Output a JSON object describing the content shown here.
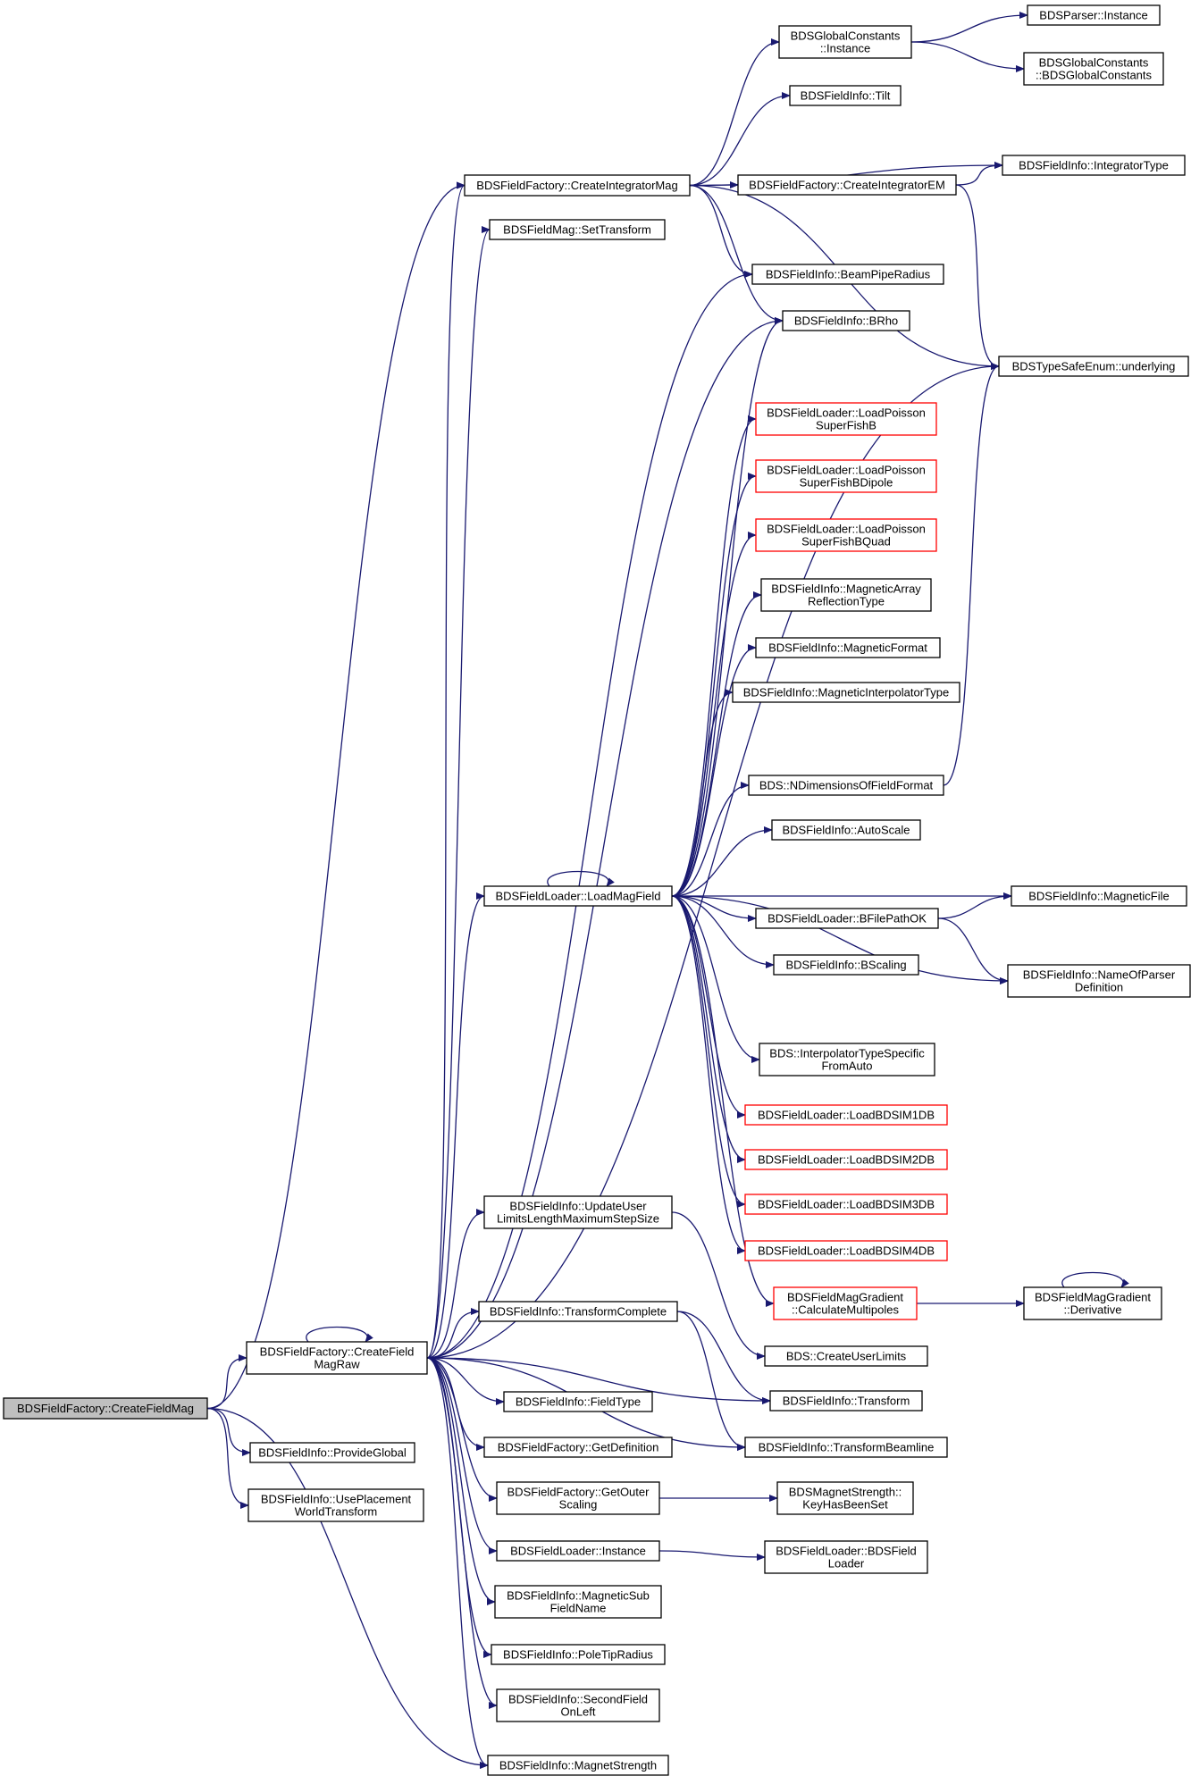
{
  "diagram": {
    "nodes": [
      {
        "id": "n0",
        "lines": [
          "BDSFieldFactory::CreateFieldMag"
        ],
        "style": "root"
      },
      {
        "id": "n1",
        "lines": [
          "BDSFieldFactory::CreateField",
          "MagRaw"
        ],
        "style": "normal"
      },
      {
        "id": "n2",
        "lines": [
          "BDSFieldInfo::ProvideGlobal"
        ],
        "style": "normal"
      },
      {
        "id": "n3",
        "lines": [
          "BDSFieldInfo::UsePlacement",
          "WorldTransform"
        ],
        "style": "normal"
      },
      {
        "id": "n4",
        "lines": [
          "BDSFieldFactory::CreateIntegratorMag"
        ],
        "style": "normal"
      },
      {
        "id": "n5",
        "lines": [
          "BDSFieldMag::SetTransform"
        ],
        "style": "normal"
      },
      {
        "id": "n6",
        "lines": [
          "BDSFieldLoader::LoadMagField"
        ],
        "style": "normal"
      },
      {
        "id": "n7",
        "lines": [
          "BDSFieldInfo::UpdateUser",
          "LimitsLengthMaximumStepSize"
        ],
        "style": "normal"
      },
      {
        "id": "n8",
        "lines": [
          "BDSFieldInfo::TransformComplete"
        ],
        "style": "normal"
      },
      {
        "id": "n9",
        "lines": [
          "BDSFieldInfo::FieldType"
        ],
        "style": "normal"
      },
      {
        "id": "n10",
        "lines": [
          "BDSFieldFactory::GetDefinition"
        ],
        "style": "normal"
      },
      {
        "id": "n11",
        "lines": [
          "BDSFieldFactory::GetOuter",
          "Scaling"
        ],
        "style": "normal"
      },
      {
        "id": "n12",
        "lines": [
          "BDSFieldLoader::Instance"
        ],
        "style": "normal"
      },
      {
        "id": "n13",
        "lines": [
          "BDSFieldInfo::MagneticSub",
          "FieldName"
        ],
        "style": "normal"
      },
      {
        "id": "n14",
        "lines": [
          "BDSFieldInfo::PoleTipRadius"
        ],
        "style": "normal"
      },
      {
        "id": "n15",
        "lines": [
          "BDSFieldInfo::SecondField",
          "OnLeft"
        ],
        "style": "normal"
      },
      {
        "id": "n16",
        "lines": [
          "BDSFieldInfo::MagnetStrength"
        ],
        "style": "normal"
      },
      {
        "id": "n17",
        "lines": [
          "BDSGlobalConstants",
          "::Instance"
        ],
        "style": "normal"
      },
      {
        "id": "n18",
        "lines": [
          "BDSFieldInfo::Tilt"
        ],
        "style": "normal"
      },
      {
        "id": "n19",
        "lines": [
          "BDSFieldFactory::CreateIntegratorEM"
        ],
        "style": "normal"
      },
      {
        "id": "n20",
        "lines": [
          "BDSFieldInfo::BeamPipeRadius"
        ],
        "style": "normal"
      },
      {
        "id": "n21",
        "lines": [
          "BDSFieldInfo::BRho"
        ],
        "style": "normal"
      },
      {
        "id": "n22",
        "lines": [
          "BDSFieldLoader::LoadPoisson",
          "SuperFishB"
        ],
        "style": "red"
      },
      {
        "id": "n23",
        "lines": [
          "BDSFieldLoader::LoadPoisson",
          "SuperFishBDipole"
        ],
        "style": "red"
      },
      {
        "id": "n24",
        "lines": [
          "BDSFieldLoader::LoadPoisson",
          "SuperFishBQuad"
        ],
        "style": "red"
      },
      {
        "id": "n25",
        "lines": [
          "BDSFieldInfo::MagneticArray",
          "ReflectionType"
        ],
        "style": "normal"
      },
      {
        "id": "n26",
        "lines": [
          "BDSFieldInfo::MagneticFormat"
        ],
        "style": "normal"
      },
      {
        "id": "n27",
        "lines": [
          "BDSFieldInfo::MagneticInterpolatorType"
        ],
        "style": "normal"
      },
      {
        "id": "n28",
        "lines": [
          "BDS::NDimensionsOfFieldFormat"
        ],
        "style": "normal"
      },
      {
        "id": "n29",
        "lines": [
          "BDSFieldInfo::AutoScale"
        ],
        "style": "normal"
      },
      {
        "id": "n30",
        "lines": [
          "BDSFieldLoader::BFilePathOK"
        ],
        "style": "normal"
      },
      {
        "id": "n31",
        "lines": [
          "BDSFieldInfo::BScaling"
        ],
        "style": "normal"
      },
      {
        "id": "n32",
        "lines": [
          "BDS::InterpolatorTypeSpecific",
          "FromAuto"
        ],
        "style": "normal"
      },
      {
        "id": "n33",
        "lines": [
          "BDSFieldLoader::LoadBDSIM1DB"
        ],
        "style": "red"
      },
      {
        "id": "n34",
        "lines": [
          "BDSFieldLoader::LoadBDSIM2DB"
        ],
        "style": "red"
      },
      {
        "id": "n35",
        "lines": [
          "BDSFieldLoader::LoadBDSIM3DB"
        ],
        "style": "red"
      },
      {
        "id": "n36",
        "lines": [
          "BDSFieldLoader::LoadBDSIM4DB"
        ],
        "style": "red"
      },
      {
        "id": "n37",
        "lines": [
          "BDSFieldMagGradient",
          "::CalculateMultipoles"
        ],
        "style": "red"
      },
      {
        "id": "n38",
        "lines": [
          "BDS::CreateUserLimits"
        ],
        "style": "normal"
      },
      {
        "id": "n39",
        "lines": [
          "BDSFieldInfo::Transform"
        ],
        "style": "normal"
      },
      {
        "id": "n40",
        "lines": [
          "BDSFieldInfo::TransformBeamline"
        ],
        "style": "normal"
      },
      {
        "id": "n41",
        "lines": [
          "BDSMagnetStrength::",
          "KeyHasBeenSet"
        ],
        "style": "normal"
      },
      {
        "id": "n42",
        "lines": [
          "BDSFieldLoader::BDSField",
          "Loader"
        ],
        "style": "normal"
      },
      {
        "id": "n43",
        "lines": [
          "BDSParser::Instance"
        ],
        "style": "normal"
      },
      {
        "id": "n44",
        "lines": [
          "BDSGlobalConstants",
          "::BDSGlobalConstants"
        ],
        "style": "normal"
      },
      {
        "id": "n45",
        "lines": [
          "BDSFieldInfo::IntegratorType"
        ],
        "style": "normal"
      },
      {
        "id": "n46",
        "lines": [
          "BDSTypeSafeEnum::underlying"
        ],
        "style": "normal"
      },
      {
        "id": "n47",
        "lines": [
          "BDSFieldInfo::MagneticFile"
        ],
        "style": "normal"
      },
      {
        "id": "n48",
        "lines": [
          "BDSFieldInfo::NameOfParser",
          "Definition"
        ],
        "style": "normal"
      },
      {
        "id": "n49",
        "lines": [
          "BDSFieldMagGradient",
          "::Derivative"
        ],
        "style": "normal"
      }
    ],
    "edges": [
      [
        "n0",
        "n1"
      ],
      [
        "n0",
        "n2"
      ],
      [
        "n0",
        "n3"
      ],
      [
        "n0",
        "n4"
      ],
      [
        "n0",
        "n16"
      ],
      [
        "n1",
        "n1"
      ],
      [
        "n1",
        "n4"
      ],
      [
        "n1",
        "n5"
      ],
      [
        "n1",
        "n6"
      ],
      [
        "n1",
        "n7"
      ],
      [
        "n1",
        "n8"
      ],
      [
        "n1",
        "n9"
      ],
      [
        "n1",
        "n10"
      ],
      [
        "n1",
        "n11"
      ],
      [
        "n1",
        "n12"
      ],
      [
        "n1",
        "n13"
      ],
      [
        "n1",
        "n14"
      ],
      [
        "n1",
        "n15"
      ],
      [
        "n1",
        "n16"
      ],
      [
        "n1",
        "n20"
      ],
      [
        "n1",
        "n21"
      ],
      [
        "n1",
        "n46"
      ],
      [
        "n1",
        "n39"
      ],
      [
        "n1",
        "n40"
      ],
      [
        "n4",
        "n17"
      ],
      [
        "n4",
        "n18"
      ],
      [
        "n4",
        "n19"
      ],
      [
        "n4",
        "n45"
      ],
      [
        "n4",
        "n20"
      ],
      [
        "n4",
        "n21"
      ],
      [
        "n4",
        "n46"
      ],
      [
        "n17",
        "n43"
      ],
      [
        "n17",
        "n44"
      ],
      [
        "n19",
        "n45"
      ],
      [
        "n19",
        "n46"
      ],
      [
        "n6",
        "n6"
      ],
      [
        "n6",
        "n21"
      ],
      [
        "n6",
        "n22"
      ],
      [
        "n6",
        "n23"
      ],
      [
        "n6",
        "n24"
      ],
      [
        "n6",
        "n25"
      ],
      [
        "n6",
        "n26"
      ],
      [
        "n6",
        "n27"
      ],
      [
        "n6",
        "n28"
      ],
      [
        "n6",
        "n29"
      ],
      [
        "n6",
        "n30"
      ],
      [
        "n6",
        "n47"
      ],
      [
        "n6",
        "n31"
      ],
      [
        "n6",
        "n48"
      ],
      [
        "n6",
        "n32"
      ],
      [
        "n6",
        "n33"
      ],
      [
        "n6",
        "n34"
      ],
      [
        "n6",
        "n35"
      ],
      [
        "n6",
        "n36"
      ],
      [
        "n6",
        "n37"
      ],
      [
        "n28",
        "n46"
      ],
      [
        "n30",
        "n47"
      ],
      [
        "n30",
        "n48"
      ],
      [
        "n37",
        "n49"
      ],
      [
        "n49",
        "n49"
      ],
      [
        "n7",
        "n38"
      ],
      [
        "n8",
        "n39"
      ],
      [
        "n8",
        "n40"
      ],
      [
        "n11",
        "n41"
      ],
      [
        "n12",
        "n42"
      ]
    ]
  }
}
